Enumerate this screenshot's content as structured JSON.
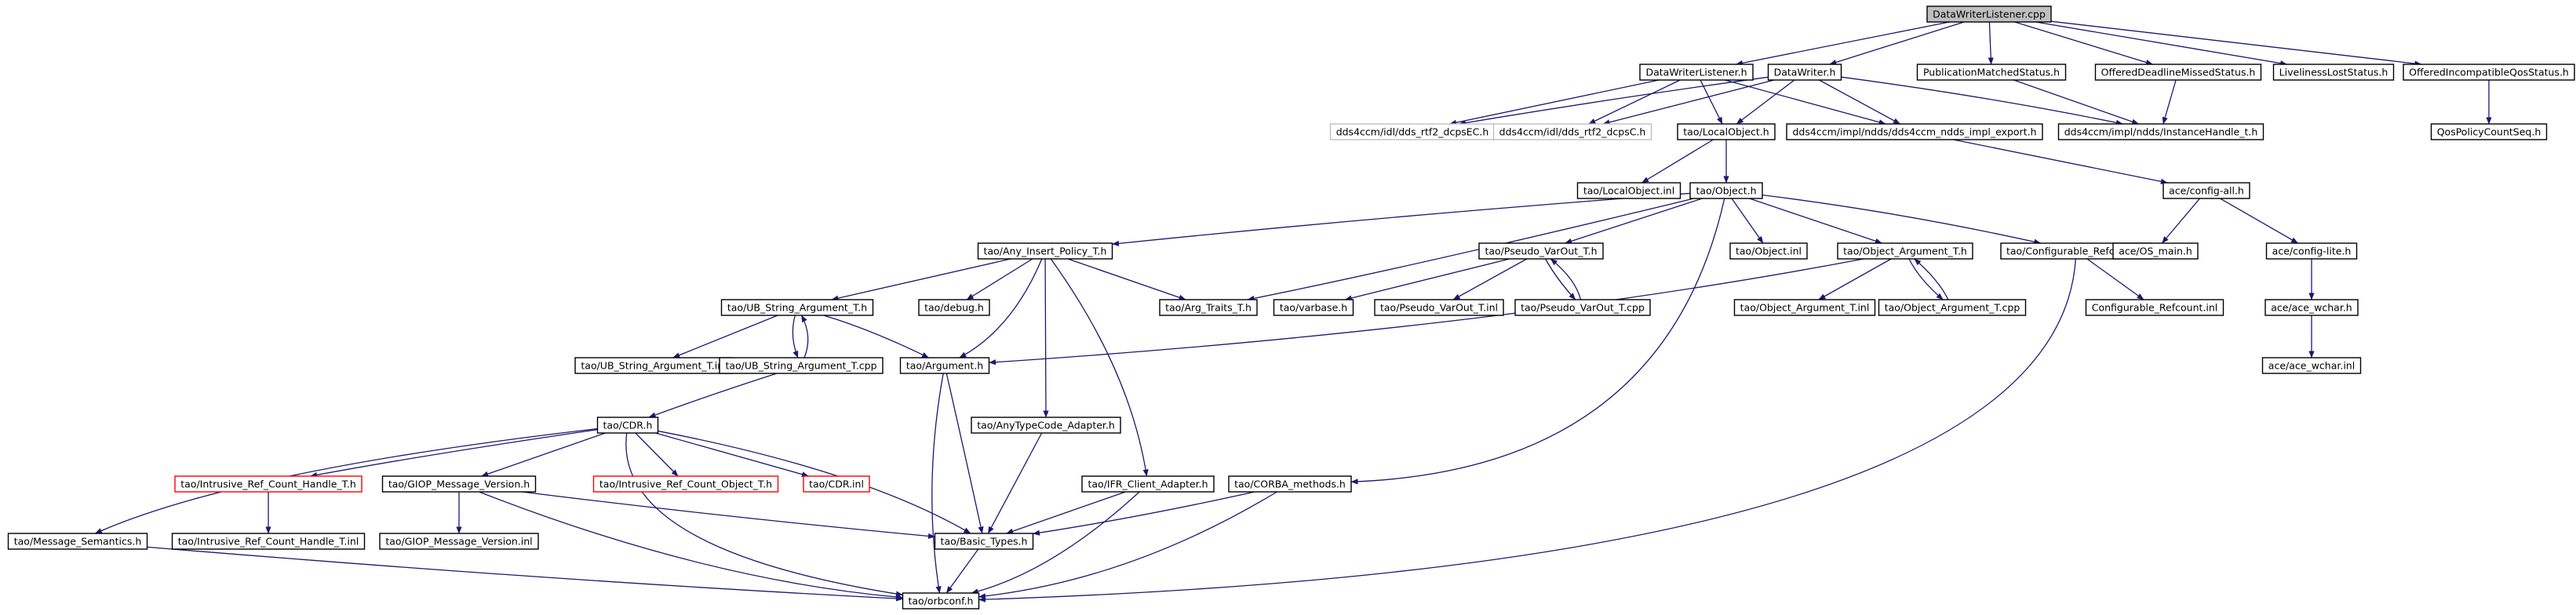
{
  "colors": {
    "edge": "#191970",
    "border_normal": "#000000",
    "border_truncated": "#ff0000",
    "border_external": "#bfbfbf",
    "fill_root": "#bfbfbf",
    "fill_normal": "#ffffff"
  },
  "nodes": [
    {
      "id": "root",
      "label": "DataWriterListener.cpp",
      "kind": "root"
    },
    {
      "id": "dwl_h",
      "label": "DataWriterListener.h",
      "kind": "normal"
    },
    {
      "id": "dw_h",
      "label": "DataWriter.h",
      "kind": "normal"
    },
    {
      "id": "pms_h",
      "label": "PublicationMatchedStatus.h",
      "kind": "normal"
    },
    {
      "id": "odms_h",
      "label": "OfferedDeadlineMissedStatus.h",
      "kind": "normal"
    },
    {
      "id": "lls_h",
      "label": "LivelinessLostStatus.h",
      "kind": "normal"
    },
    {
      "id": "oiqs_h",
      "label": "OfferedIncompatibleQosStatus.h",
      "kind": "normal"
    },
    {
      "id": "dcpsec",
      "label": "dds4ccm/idl/dds_rtf2_dcpsEC.h",
      "kind": "external"
    },
    {
      "id": "dcpsc",
      "label": "dds4ccm/idl/dds_rtf2_dcpsC.h",
      "kind": "external"
    },
    {
      "id": "localobj_h",
      "label": "tao/LocalObject.h",
      "kind": "normal"
    },
    {
      "id": "impl_export",
      "label": "dds4ccm/impl/ndds/dds4ccm_ndds_impl_export.h",
      "kind": "normal"
    },
    {
      "id": "instance_handle",
      "label": "dds4ccm/impl/ndds/InstanceHandle_t.h",
      "kind": "normal"
    },
    {
      "id": "qospolicy",
      "label": "QosPolicyCountSeq.h",
      "kind": "normal"
    },
    {
      "id": "localobj_inl",
      "label": "tao/LocalObject.inl",
      "kind": "normal"
    },
    {
      "id": "object_h",
      "label": "tao/Object.h",
      "kind": "normal"
    },
    {
      "id": "config_all",
      "label": "ace/config-all.h",
      "kind": "normal"
    },
    {
      "id": "any_insert",
      "label": "tao/Any_Insert_Policy_T.h",
      "kind": "normal"
    },
    {
      "id": "pseudo_varout",
      "label": "tao/Pseudo_VarOut_T.h",
      "kind": "normal"
    },
    {
      "id": "object_inl",
      "label": "tao/Object.inl",
      "kind": "normal"
    },
    {
      "id": "object_arg",
      "label": "tao/Object_Argument_T.h",
      "kind": "normal"
    },
    {
      "id": "config_refcount",
      "label": "tao/Configurable_Refcount.h",
      "kind": "normal"
    },
    {
      "id": "os_main",
      "label": "ace/OS_main.h",
      "kind": "normal"
    },
    {
      "id": "config_lite",
      "label": "ace/config-lite.h",
      "kind": "normal"
    },
    {
      "id": "ub_string",
      "label": "tao/UB_String_Argument_T.h",
      "kind": "normal"
    },
    {
      "id": "debug_h",
      "label": "tao/debug.h",
      "kind": "normal"
    },
    {
      "id": "arg_traits",
      "label": "tao/Arg_Traits_T.h",
      "kind": "normal"
    },
    {
      "id": "varbase",
      "label": "tao/varbase.h",
      "kind": "normal"
    },
    {
      "id": "pseudo_varout_inl",
      "label": "tao/Pseudo_VarOut_T.inl",
      "kind": "normal"
    },
    {
      "id": "pseudo_varout_cpp",
      "label": "tao/Pseudo_VarOut_T.cpp",
      "kind": "normal"
    },
    {
      "id": "object_arg_inl",
      "label": "tao/Object_Argument_T.inl",
      "kind": "normal"
    },
    {
      "id": "object_arg_cpp",
      "label": "tao/Object_Argument_T.cpp",
      "kind": "normal"
    },
    {
      "id": "config_refcount_inl",
      "label": "Configurable_Refcount.inl",
      "kind": "normal"
    },
    {
      "id": "ace_wchar_h",
      "label": "ace/ace_wchar.h",
      "kind": "normal"
    },
    {
      "id": "ub_string_inl",
      "label": "tao/UB_String_Argument_T.inl",
      "kind": "normal"
    },
    {
      "id": "ub_string_cpp",
      "label": "tao/UB_String_Argument_T.cpp",
      "kind": "normal"
    },
    {
      "id": "argument_h",
      "label": "tao/Argument.h",
      "kind": "normal"
    },
    {
      "id": "ace_wchar_inl",
      "label": "ace/ace_wchar.inl",
      "kind": "normal"
    },
    {
      "id": "cdr_h",
      "label": "tao/CDR.h",
      "kind": "normal"
    },
    {
      "id": "anytypecode",
      "label": "tao/AnyTypeCode_Adapter.h",
      "kind": "normal"
    },
    {
      "id": "intrusive_handle",
      "label": "tao/Intrusive_Ref_Count_Handle_T.h",
      "kind": "truncated"
    },
    {
      "id": "giop_version",
      "label": "tao/GIOP_Message_Version.h",
      "kind": "normal"
    },
    {
      "id": "intrusive_object",
      "label": "tao/Intrusive_Ref_Count_Object_T.h",
      "kind": "truncated"
    },
    {
      "id": "cdr_inl",
      "label": "tao/CDR.inl",
      "kind": "truncated"
    },
    {
      "id": "ifr_client",
      "label": "tao/IFR_Client_Adapter.h",
      "kind": "normal"
    },
    {
      "id": "corba_methods",
      "label": "tao/CORBA_methods.h",
      "kind": "normal"
    },
    {
      "id": "msg_semantics",
      "label": "tao/Message_Semantics.h",
      "kind": "normal"
    },
    {
      "id": "intrusive_handle_inl",
      "label": "tao/Intrusive_Ref_Count_Handle_T.inl",
      "kind": "normal"
    },
    {
      "id": "giop_version_inl",
      "label": "tao/GIOP_Message_Version.inl",
      "kind": "normal"
    },
    {
      "id": "basic_types",
      "label": "tao/Basic_Types.h",
      "kind": "normal"
    },
    {
      "id": "orbconf",
      "label": "tao/orbconf.h",
      "kind": "normal"
    }
  ],
  "edges": [
    [
      "root",
      "dwl_h"
    ],
    [
      "root",
      "dw_h"
    ],
    [
      "root",
      "pms_h"
    ],
    [
      "root",
      "odms_h"
    ],
    [
      "root",
      "lls_h"
    ],
    [
      "root",
      "oiqs_h"
    ],
    [
      "dwl_h",
      "dcpsec"
    ],
    [
      "dwl_h",
      "dcpsc"
    ],
    [
      "dwl_h",
      "localobj_h"
    ],
    [
      "dwl_h",
      "impl_export"
    ],
    [
      "dw_h",
      "dcpsec"
    ],
    [
      "dw_h",
      "dcpsc"
    ],
    [
      "dw_h",
      "localobj_h"
    ],
    [
      "dw_h",
      "impl_export"
    ],
    [
      "dw_h",
      "instance_handle"
    ],
    [
      "pms_h",
      "instance_handle"
    ],
    [
      "odms_h",
      "instance_handle"
    ],
    [
      "oiqs_h",
      "qospolicy"
    ],
    [
      "localobj_h",
      "localobj_inl"
    ],
    [
      "localobj_h",
      "object_h"
    ],
    [
      "impl_export",
      "config_all"
    ],
    [
      "object_h",
      "any_insert"
    ],
    [
      "object_h",
      "pseudo_varout"
    ],
    [
      "object_h",
      "object_inl"
    ],
    [
      "object_h",
      "object_arg"
    ],
    [
      "object_h",
      "config_refcount"
    ],
    [
      "object_h",
      "arg_traits"
    ],
    [
      "object_h",
      "corba_methods"
    ],
    [
      "config_all",
      "os_main"
    ],
    [
      "config_all",
      "config_lite"
    ],
    [
      "any_insert",
      "ub_string"
    ],
    [
      "any_insert",
      "debug_h"
    ],
    [
      "any_insert",
      "arg_traits"
    ],
    [
      "any_insert",
      "argument_h"
    ],
    [
      "any_insert",
      "anytypecode"
    ],
    [
      "any_insert",
      "ifr_client"
    ],
    [
      "pseudo_varout",
      "varbase"
    ],
    [
      "pseudo_varout",
      "pseudo_varout_inl"
    ],
    [
      "pseudo_varout",
      "pseudo_varout_cpp"
    ],
    [
      "pseudo_varout_cpp",
      "pseudo_varout"
    ],
    [
      "object_arg",
      "object_arg_inl"
    ],
    [
      "object_arg",
      "object_arg_cpp"
    ],
    [
      "object_arg",
      "argument_h"
    ],
    [
      "object_arg_cpp",
      "object_arg"
    ],
    [
      "config_refcount",
      "config_refcount_inl"
    ],
    [
      "config_refcount",
      "orbconf"
    ],
    [
      "config_lite",
      "ace_wchar_h"
    ],
    [
      "ace_wchar_h",
      "ace_wchar_inl"
    ],
    [
      "ub_string",
      "ub_string_inl"
    ],
    [
      "ub_string",
      "ub_string_cpp"
    ],
    [
      "ub_string",
      "argument_h"
    ],
    [
      "ub_string_cpp",
      "ub_string"
    ],
    [
      "ub_string_cpp",
      "cdr_h"
    ],
    [
      "argument_h",
      "basic_types"
    ],
    [
      "argument_h",
      "orbconf"
    ],
    [
      "cdr_h",
      "msg_semantics"
    ],
    [
      "cdr_h",
      "intrusive_handle"
    ],
    [
      "cdr_h",
      "giop_version"
    ],
    [
      "cdr_h",
      "intrusive_object"
    ],
    [
      "cdr_h",
      "cdr_inl"
    ],
    [
      "cdr_h",
      "basic_types"
    ],
    [
      "cdr_h",
      "orbconf"
    ],
    [
      "intrusive_handle",
      "intrusive_handle_inl"
    ],
    [
      "giop_version",
      "giop_version_inl"
    ],
    [
      "giop_version",
      "basic_types"
    ],
    [
      "giop_version",
      "orbconf"
    ],
    [
      "anytypecode",
      "basic_types"
    ],
    [
      "ifr_client",
      "basic_types"
    ],
    [
      "ifr_client",
      "orbconf"
    ],
    [
      "corba_methods",
      "basic_types"
    ],
    [
      "corba_methods",
      "orbconf"
    ],
    [
      "msg_semantics",
      "orbconf"
    ],
    [
      "basic_types",
      "orbconf"
    ]
  ]
}
